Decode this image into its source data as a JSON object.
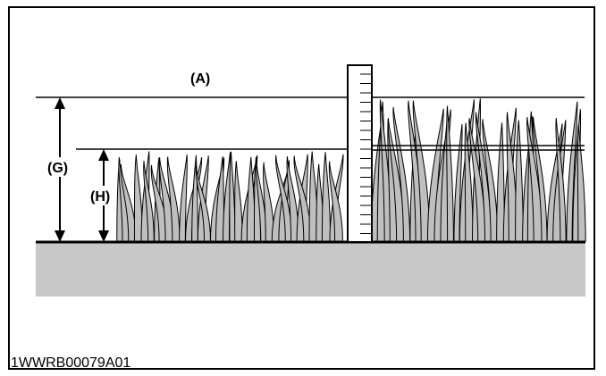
{
  "figure": {
    "labels": {
      "a": "(A)",
      "g": "(G)",
      "h": "(H)"
    },
    "code": "1WWRB00079A01",
    "colors": {
      "ground": "#c8c8c8",
      "grass": "#bfbfbf",
      "line": "#000000"
    }
  }
}
